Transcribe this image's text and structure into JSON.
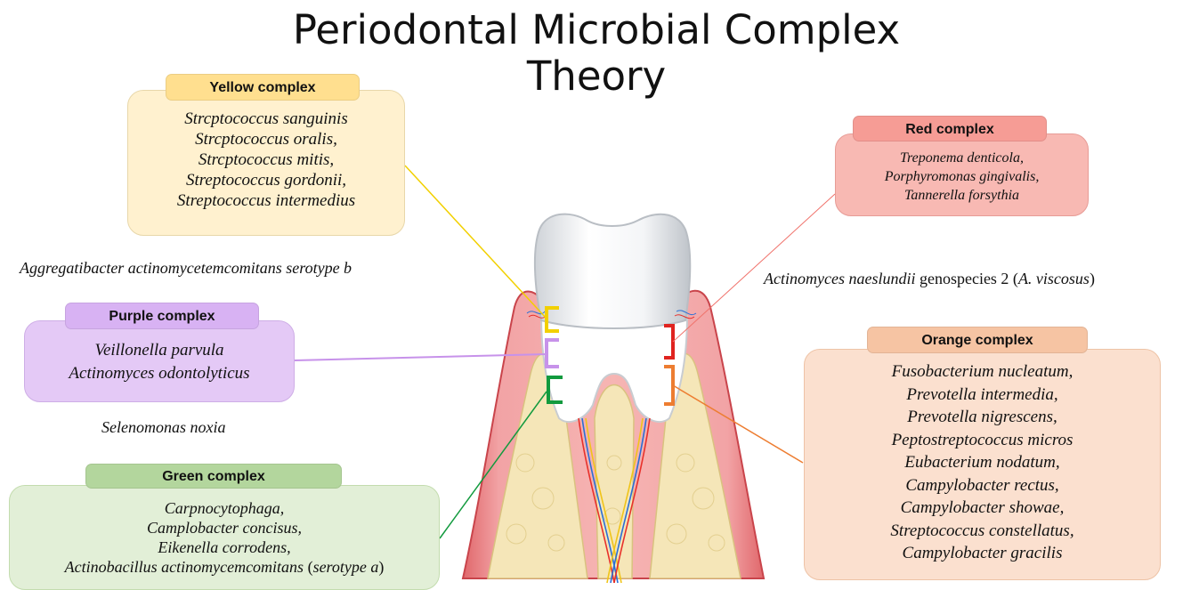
{
  "title": {
    "line1": "Periodontal Microbial Complex",
    "line2": "Theory"
  },
  "complexes": {
    "yellow": {
      "label": "Yellow complex",
      "color": "#f2d000",
      "box_fill": "#fff1cf",
      "tag_fill": "#ffdf8f",
      "species": [
        "Strcptococcus sanguinis",
        "Strcptococcus oralis,",
        "Strcptococcus mitis,",
        "Streptococcus gordonii,",
        "Streptococcus intermedius"
      ]
    },
    "purple": {
      "label": "Purple complex",
      "color": "#c792ea",
      "box_fill": "#e4c9f6",
      "tag_fill": "#d8b2f3",
      "species": [
        "Veillonella parvula",
        "Actinomyces odontolyticus"
      ]
    },
    "green": {
      "label": "Green complex",
      "color": "#129a3e",
      "box_fill": "#e2efd7",
      "tag_fill": "#b3d69d",
      "species": [
        "Carpnocytophaga,",
        "Camplobacter concisus,",
        "Eikenella corrodens,"
      ],
      "last_species_name": "Actinobacillus actinomycemcomitans",
      "last_species_open": " (",
      "last_species_serotype": "serotype a",
      "last_species_close": ")"
    },
    "red": {
      "label": "Red complex",
      "color": "#e0231f",
      "box_fill": "#f8b9b3",
      "tag_fill": "#f69c95",
      "species": [
        "Treponema denticola,",
        "Porphyromonas gingivalis,",
        "Tannerella forsythia"
      ]
    },
    "orange": {
      "label": "Orange complex",
      "color": "#ed7d31",
      "box_fill": "#fbe0cf",
      "tag_fill": "#f6c4a3",
      "species": [
        "Fusobacterium nucleatum,",
        "Prevotella intermedia,",
        "Prevotella nigrescens,",
        "Peptostreptococcus micros",
        "Eubacterium nodatum,",
        "Campylobacter rectus,",
        "Campylobacter showae,",
        "Streptococcus constellatus,",
        "Campylobacter gracilis"
      ]
    }
  },
  "unaffiliated": {
    "aggregatibacter": "Aggregatibacter actinomycetemcomitans serotype b",
    "selenomonas": "Selenomonas noxia",
    "actinomyces_name": "Actinomyces naeslundii",
    "actinomyces_mid": " genospecies 2 (",
    "actinomyces_abbrev": "A.  viscosus",
    "actinomyces_close": ")"
  }
}
